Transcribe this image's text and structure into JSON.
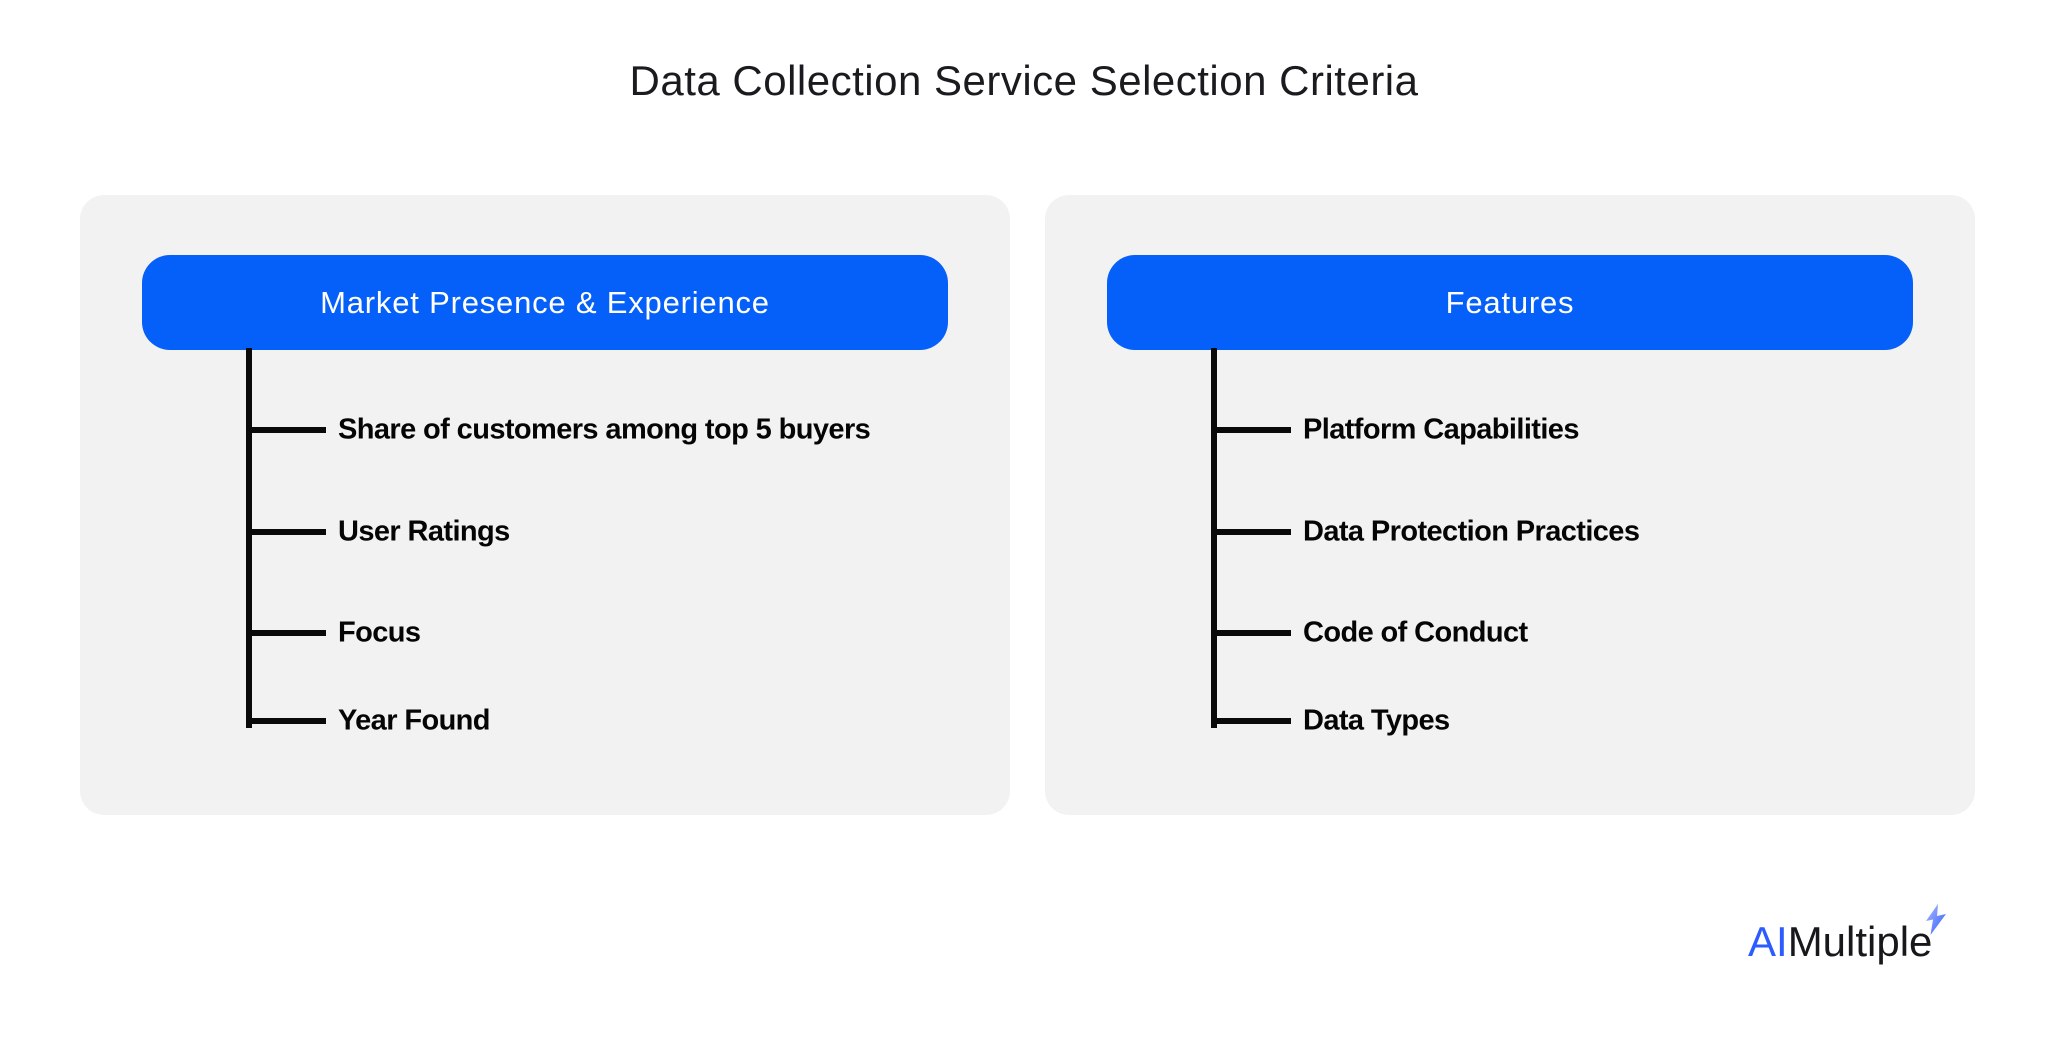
{
  "title": "Data Collection Service Selection Criteria",
  "colors": {
    "accent_blue": "#0560FA",
    "panel_bg": "#F2F2F2",
    "line_black": "#0A0A0A",
    "text_dark": "#1B1B1F",
    "logo_blue": "#2C5BFF",
    "logo_dark": "#17171C"
  },
  "panels": [
    {
      "header": "Market Presence & Experience",
      "items": [
        "Share of customers among top 5 buyers",
        "User Ratings",
        "Focus",
        "Year Found"
      ]
    },
    {
      "header": "Features",
      "items": [
        "Platform Capabilities",
        "Data Protection Practices",
        "Code of Conduct",
        "Data Types"
      ]
    }
  ],
  "logo": {
    "prefix": "AI",
    "suffix": "Multiple",
    "icon": "lightning-bolt"
  }
}
